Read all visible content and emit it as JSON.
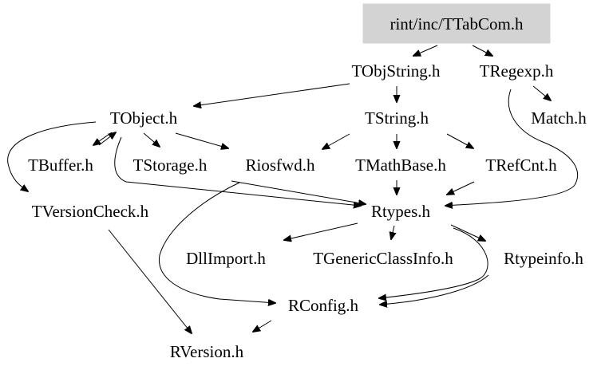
{
  "diagram": {
    "root_box_color": "#d3d3d3",
    "nodes": [
      {
        "id": "ttabcom",
        "label": "rint/inc/TTabCom.h",
        "highlighted": true
      },
      {
        "id": "tobjstring",
        "label": "TObjString.h"
      },
      {
        "id": "tregexp",
        "label": "TRegexp.h"
      },
      {
        "id": "tobject",
        "label": "TObject.h"
      },
      {
        "id": "tstring",
        "label": "TString.h"
      },
      {
        "id": "match",
        "label": "Match.h"
      },
      {
        "id": "tbuffer",
        "label": "TBuffer.h"
      },
      {
        "id": "tstorage",
        "label": "TStorage.h"
      },
      {
        "id": "riosfwd",
        "label": "Riosfwd.h"
      },
      {
        "id": "tmathbase",
        "label": "TMathBase.h"
      },
      {
        "id": "trefcnt",
        "label": "TRefCnt.h"
      },
      {
        "id": "tversioncheck",
        "label": "TVersionCheck.h"
      },
      {
        "id": "rtypes",
        "label": "Rtypes.h"
      },
      {
        "id": "dllimport",
        "label": "DllImport.h"
      },
      {
        "id": "tgenericclassinfo",
        "label": "TGenericClassInfo.h"
      },
      {
        "id": "rtypeinfo",
        "label": "Rtypeinfo.h"
      },
      {
        "id": "rconfig",
        "label": "RConfig.h"
      },
      {
        "id": "rversion",
        "label": "RVersion.h"
      }
    ],
    "edges": [
      {
        "from": "ttabcom",
        "to": "tobjstring"
      },
      {
        "from": "ttabcom",
        "to": "tregexp"
      },
      {
        "from": "tobjstring",
        "to": "tobject"
      },
      {
        "from": "tobjstring",
        "to": "tstring"
      },
      {
        "from": "tregexp",
        "to": "match"
      },
      {
        "from": "tregexp",
        "to": "rtypes"
      },
      {
        "from": "tobject",
        "to": "tbuffer"
      },
      {
        "from": "tobject",
        "to": "tstorage"
      },
      {
        "from": "tobject",
        "to": "riosfwd"
      },
      {
        "from": "tobject",
        "to": "tversioncheck"
      },
      {
        "from": "tobject",
        "to": "rtypes"
      },
      {
        "from": "tstring",
        "to": "riosfwd"
      },
      {
        "from": "tstring",
        "to": "tmathbase"
      },
      {
        "from": "tstring",
        "to": "trefcnt"
      },
      {
        "from": "tbuffer",
        "to": "tobject"
      },
      {
        "from": "tmathbase",
        "to": "rtypes"
      },
      {
        "from": "trefcnt",
        "to": "rtypes"
      },
      {
        "from": "riosfwd",
        "to": "rtypes"
      },
      {
        "from": "riosfwd",
        "to": "rconfig"
      },
      {
        "from": "rtypes",
        "to": "dllimport"
      },
      {
        "from": "rtypes",
        "to": "tgenericclassinfo"
      },
      {
        "from": "rtypes",
        "to": "rtypeinfo"
      },
      {
        "from": "rtypes",
        "to": "rconfig"
      },
      {
        "from": "rtypeinfo",
        "to": "rconfig"
      },
      {
        "from": "tversioncheck",
        "to": "rversion"
      },
      {
        "from": "rconfig",
        "to": "rversion"
      }
    ]
  }
}
